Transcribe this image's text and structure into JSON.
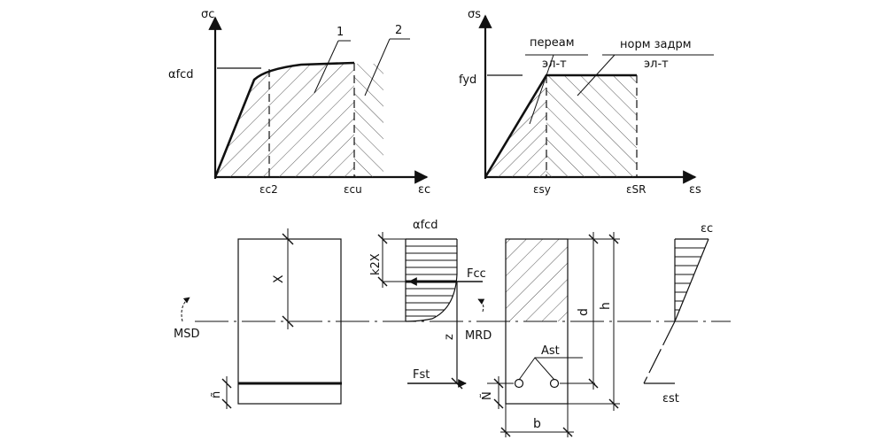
{
  "colors": {
    "ink": "#111111",
    "background": "#ffffff"
  },
  "concrete_diagram": {
    "y_axis": "σc",
    "x_axis": "εc",
    "stress_level": "αfcd",
    "tick_1": "εc2",
    "tick_2": "εcu",
    "label_1": "1",
    "label_2": "2"
  },
  "steel_diagram": {
    "y_axis": "σs",
    "x_axis": "εs",
    "stress_level": "fyd",
    "tick_1": "εsy",
    "tick_2": "εSR",
    "zone_1_line1": "переам",
    "zone_1_line2": "эл-т",
    "zone_2_line1": "норм  задрм",
    "zone_2_line2": "эл-т"
  },
  "beam_elevation": {
    "x_label": "X",
    "moment_label": "MSD",
    "cover_label": "ñ"
  },
  "stress_block": {
    "top_label": "αfcd",
    "depth_label": "k2X",
    "compression_force": "Fcc",
    "tension_force": "Fst",
    "lever_arm": "z",
    "moment_label": "MRD"
  },
  "cross_section": {
    "d_label": "d",
    "h_label": "h",
    "b_label": "b",
    "steel_label": "Ast",
    "cover_label": "Ñ"
  },
  "strain_diagram": {
    "top_label": "εc",
    "bottom_label": "εst"
  }
}
